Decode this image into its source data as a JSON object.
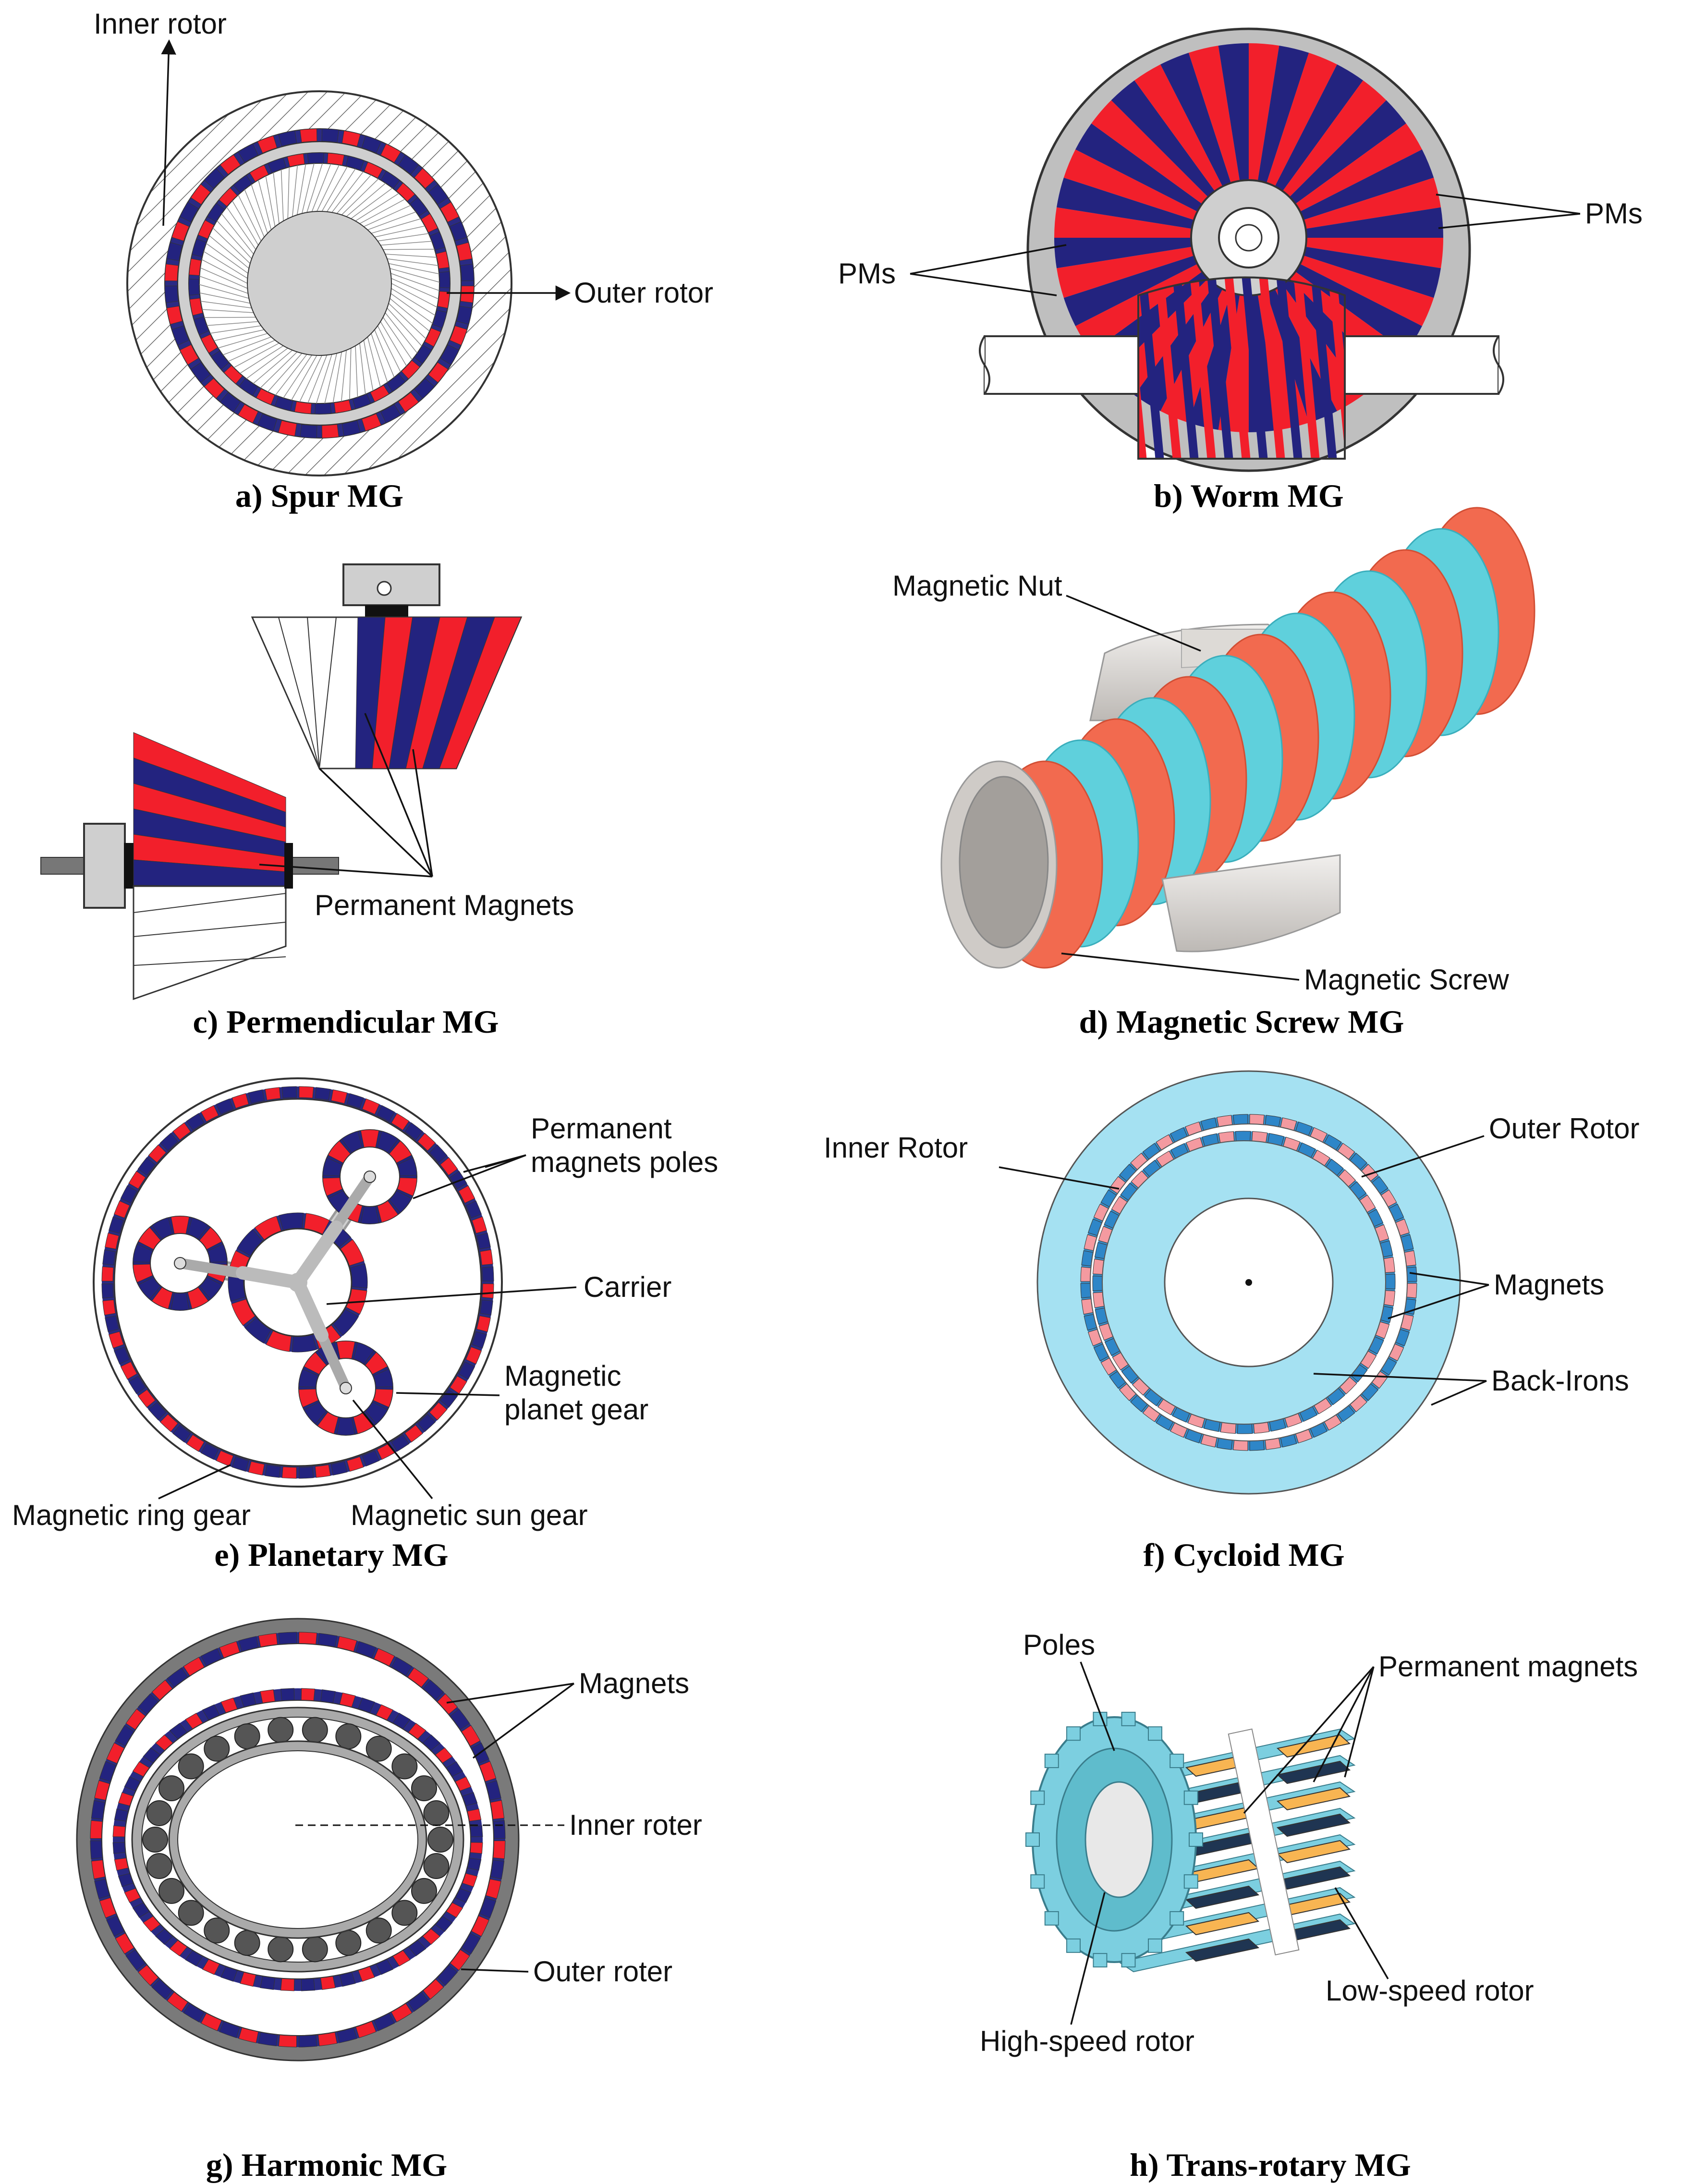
{
  "colors": {
    "pm_red": "#f21f2b",
    "pm_blue": "#23237f",
    "grey": "#cfcfcf",
    "dark_grey": "#7a7a7a",
    "cyan": "#5fd0dc",
    "salmon": "#f26a4f",
    "light_blue": "#a5e1f2",
    "orange": "#f8b552",
    "navy": "#1f3552",
    "teal": "#7ccfe0"
  },
  "panels": {
    "a": {
      "caption": "a)  Spur MG",
      "labels": {
        "inner_rotor": "Inner rotor",
        "outer_rotor": "Outer rotor"
      }
    },
    "b": {
      "caption": "b)  Worm MG",
      "labels": {
        "pms_left": "PMs",
        "pms_right": "PMs"
      }
    },
    "c": {
      "caption": "c)  Permendicular MG",
      "labels": {
        "permanent_magnets": "Permanent Magnets"
      }
    },
    "d": {
      "caption": "d)    Magnetic Screw MG",
      "labels": {
        "magnetic_nut": "Magnetic Nut",
        "magnetic_screw": "Magnetic Screw"
      }
    },
    "e": {
      "caption": "e)    Planetary MG",
      "labels": {
        "pm_poles_1": "Permanent",
        "pm_poles_2": "magnets poles",
        "carrier": "Carrier",
        "planet_1": "Magnetic",
        "planet_2": "planet gear",
        "ring_gear": "Magnetic ring gear",
        "sun_gear": "Magnetic sun gear"
      }
    },
    "f": {
      "caption": "f)  Cycloid MG",
      "labels": {
        "inner_rotor": "Inner Rotor",
        "outer_rotor": "Outer Rotor",
        "magnets": "Magnets",
        "back_irons": "Back-Irons"
      }
    },
    "g": {
      "caption": "g)    Harmonic MG",
      "labels": {
        "magnets": "Magnets",
        "inner_roter": "Inner roter",
        "outer_roter": "Outer roter"
      }
    },
    "h": {
      "caption": "h)    Trans-rotary MG",
      "labels": {
        "poles": "Poles",
        "permanent_magnets": "Permanent magnets",
        "low_speed": "Low-speed rotor",
        "high_speed": "High-speed rotor"
      }
    }
  }
}
